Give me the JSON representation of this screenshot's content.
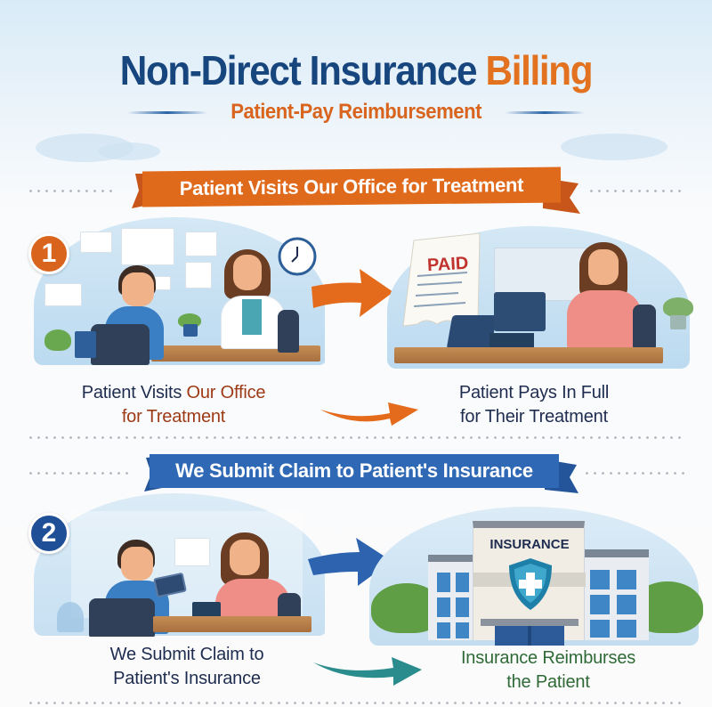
{
  "header": {
    "title_part1": "Non-Direct Insurance",
    "title_part2": "Billing",
    "subtitle": "Patient-Pay Reimbursement"
  },
  "colors": {
    "navy": "#17457e",
    "orange": "#e2721f",
    "ribbon_orange": "#e06a1c",
    "ribbon_blue": "#2f68b5",
    "teal": "#2a8c8c",
    "green_text": "#2f6a36",
    "scene_blue": "#bcdaf0"
  },
  "steps": [
    {
      "number": "1",
      "banner": "Patient Visits Our Office for Treatment",
      "left_caption_line1_a": "Patient Visits",
      "left_caption_line1_b": "Our Office",
      "left_caption_line2": "for Treatment",
      "right_caption_line1": "Patient Pays In Full",
      "right_caption_line2": "for Their Treatment",
      "receipt_stamp": "PAID",
      "left_scene": "patient-doctor-consultation",
      "right_scene": "patient-pays-at-front-desk"
    },
    {
      "number": "2",
      "banner": "We Submit Claim to Patient's Insurance",
      "left_caption_line1": "We Submit Claim to",
      "left_caption_line2": "Patient's Insurance",
      "right_caption_line1": "Insurance Reimburses",
      "right_caption_line2": "the Patient",
      "building_sign": "INSURANCE",
      "left_scene": "patient-hands-insurance-card",
      "right_scene": "insurance-company-building"
    }
  ],
  "icons": {
    "arrow_step1": "arrow-right-orange",
    "arrow_step2": "arrow-right-blue",
    "curve_arrow_step1": "curved-arrow-orange",
    "curve_arrow_step2": "curved-arrow-teal",
    "clock": "wall-clock",
    "shield": "shield-medical-cross"
  }
}
